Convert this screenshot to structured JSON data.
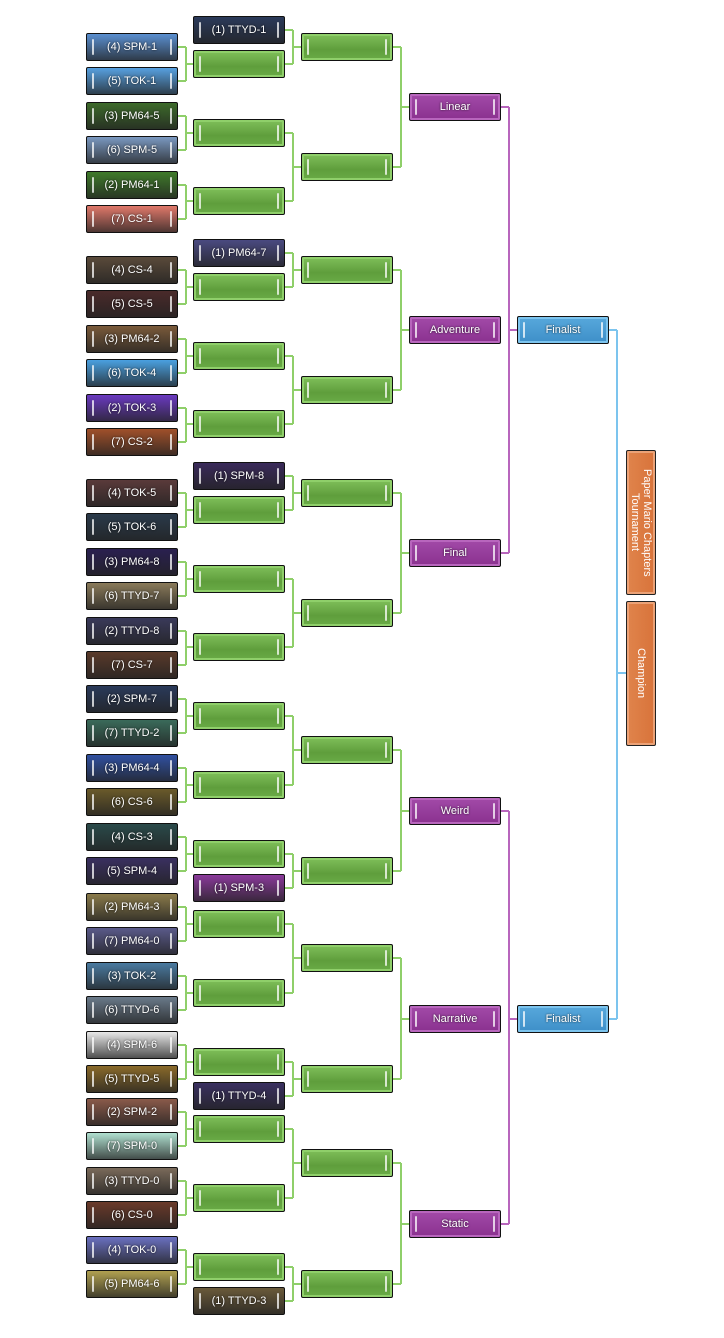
{
  "title": "Paper Mario Chapters Tournament",
  "champion_label": "Champion",
  "finalist_label": "Finalist",
  "colors": {
    "match": "#6aab47",
    "region": "#8a318f",
    "finalist": "#3e8fc8",
    "champion": "#d8733a",
    "line_green": "#8fcf6a",
    "line_purple": "#b866bd",
    "line_blue": "#7cc4ee"
  },
  "regions": [
    {
      "name": "Linear",
      "top_seed": "(1) TTYD-1",
      "entries": [
        "(4) SPM-1",
        "(5) TOK-1",
        "(3) PM64-5",
        "(6) SPM-5",
        "(2) PM64-1",
        "(7) CS-1"
      ],
      "tints": [
        "#2b3a5a",
        "#5a8fd0",
        "#57a0e0",
        "#3d6a2a",
        "#7a98c0",
        "#3f7a2a",
        "#e0786a"
      ]
    },
    {
      "name": "Adventure",
      "top_seed": "(1) PM64-7",
      "entries": [
        "(4) CS-4",
        "(5) CS-5",
        "(3) PM64-2",
        "(6) TOK-4",
        "(2) TOK-3",
        "(7) CS-2"
      ],
      "tints": [
        "#4a4a80",
        "#5a4a3a",
        "#4a2a2a",
        "#7a5a3a",
        "#4aa0e0",
        "#6a3ac0",
        "#a0502a"
      ]
    },
    {
      "name": "Final",
      "top_seed": "(1) SPM-8",
      "entries": [
        "(4) TOK-5",
        "(5) TOK-6",
        "(3) PM64-8",
        "(6) TTYD-7",
        "(2) TTYD-8",
        "(7) CS-7"
      ],
      "tints": [
        "#3a2a5a",
        "#5a3a3a",
        "#2a3a4a",
        "#2a2050",
        "#8a7a5a",
        "#3a3a5a",
        "#5a3a2a"
      ]
    },
    {
      "name": "Weird",
      "top_seed": "(1) SPM-3",
      "entries": [
        "(2) SPM-7",
        "(7) TTYD-2",
        "(3) PM64-4",
        "(6) CS-6",
        "(4) CS-3",
        "(5) SPM-4"
      ],
      "tints": [
        "#8a3a9a",
        "#2a3a5a",
        "#3a6a5a",
        "#3050a0",
        "#6a5a2a",
        "#2a4a4a",
        "#3a3060"
      ]
    },
    {
      "name": "Narrative",
      "top_seed": "(1) TTYD-4",
      "entries": [
        "(2) PM64-3",
        "(7) PM64-0",
        "(3) TOK-2",
        "(6) TTYD-6",
        "(4) SPM-6",
        "(5) TTYD-5"
      ],
      "tints": [
        "#3a3060",
        "#8a7a4a",
        "#5a5a8a",
        "#4a7aa0",
        "#6a7a8a",
        "#e8e8e8",
        "#8a6a2a"
      ]
    },
    {
      "name": "Static",
      "top_seed": "(1) TTYD-3",
      "entries": [
        "(2) SPM-2",
        "(7) SPM-0",
        "(3) TTYD-0",
        "(6) CS-0",
        "(4) TOK-0",
        "(5) PM64-6"
      ],
      "tints": [
        "#6a5a3a",
        "#8a5a4a",
        "#b0e0d0",
        "#7a6a5a",
        "#6a3a2a",
        "#6a70c0",
        "#b0a050"
      ]
    }
  ]
}
